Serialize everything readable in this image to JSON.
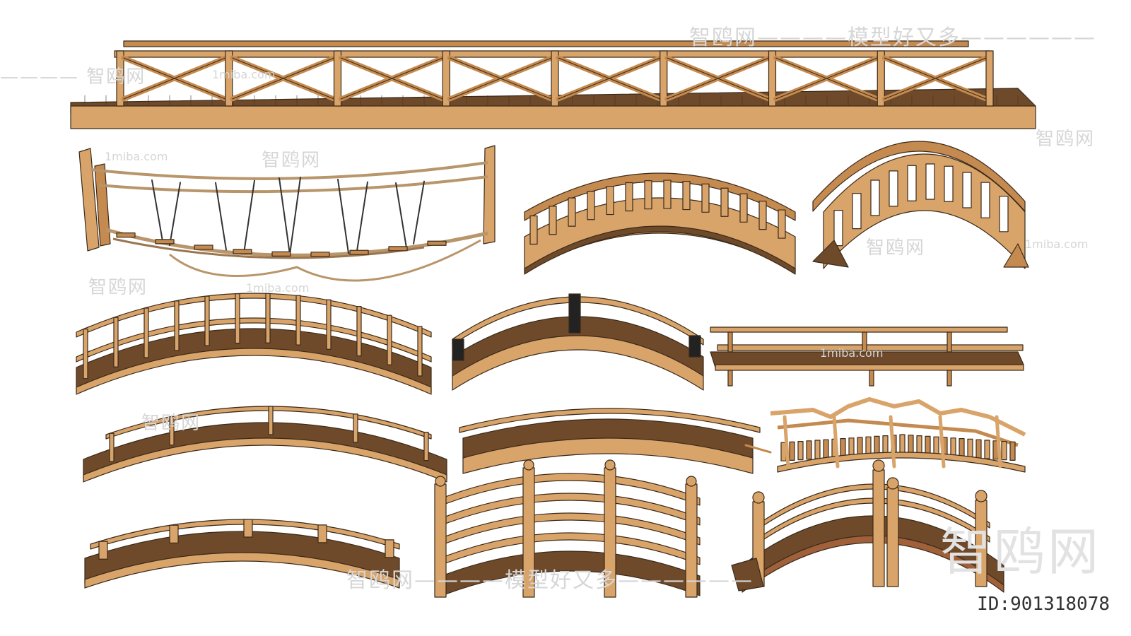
{
  "title": "",
  "id_label": "ID:901318078",
  "watermarks": {
    "brand_long": "智鸥网————模型好又多——————",
    "brand_short": "智鸥网",
    "site": "1miba.com",
    "brand_dashed": "———— 智鸥网",
    "big_logo": "智鸥网"
  },
  "colors": {
    "wood_light": "#d9a46a",
    "wood_mid": "#c48a4f",
    "wood_dark": "#8a5a2e",
    "deck_dark": "#6e4a2a",
    "rope": "#b8956a",
    "outline": "#3a2a1a"
  },
  "items": [
    {
      "name": "truss-bridge",
      "type": "straight"
    },
    {
      "name": "rope-suspension-bridge",
      "type": "rope"
    },
    {
      "name": "arched-slat-bridge-small",
      "type": "arch-slats"
    },
    {
      "name": "arched-slat-bridge-tall",
      "type": "arch-slats"
    },
    {
      "name": "arched-double-rail-bridge",
      "type": "arch-rails"
    },
    {
      "name": "arched-single-rail-bridge",
      "type": "arch-rail"
    },
    {
      "name": "flat-rail-bridge",
      "type": "flat"
    },
    {
      "name": "arched-deck-bridge-a",
      "type": "arch-rail"
    },
    {
      "name": "arched-deck-bridge-b",
      "type": "arch-rail"
    },
    {
      "name": "rustic-log-bridge",
      "type": "rustic"
    },
    {
      "name": "arched-deck-bridge-c",
      "type": "arch-rail"
    },
    {
      "name": "post-rail-arched-bridge",
      "type": "post-arch"
    },
    {
      "name": "ornate-post-arched-bridge",
      "type": "post-arch"
    }
  ]
}
